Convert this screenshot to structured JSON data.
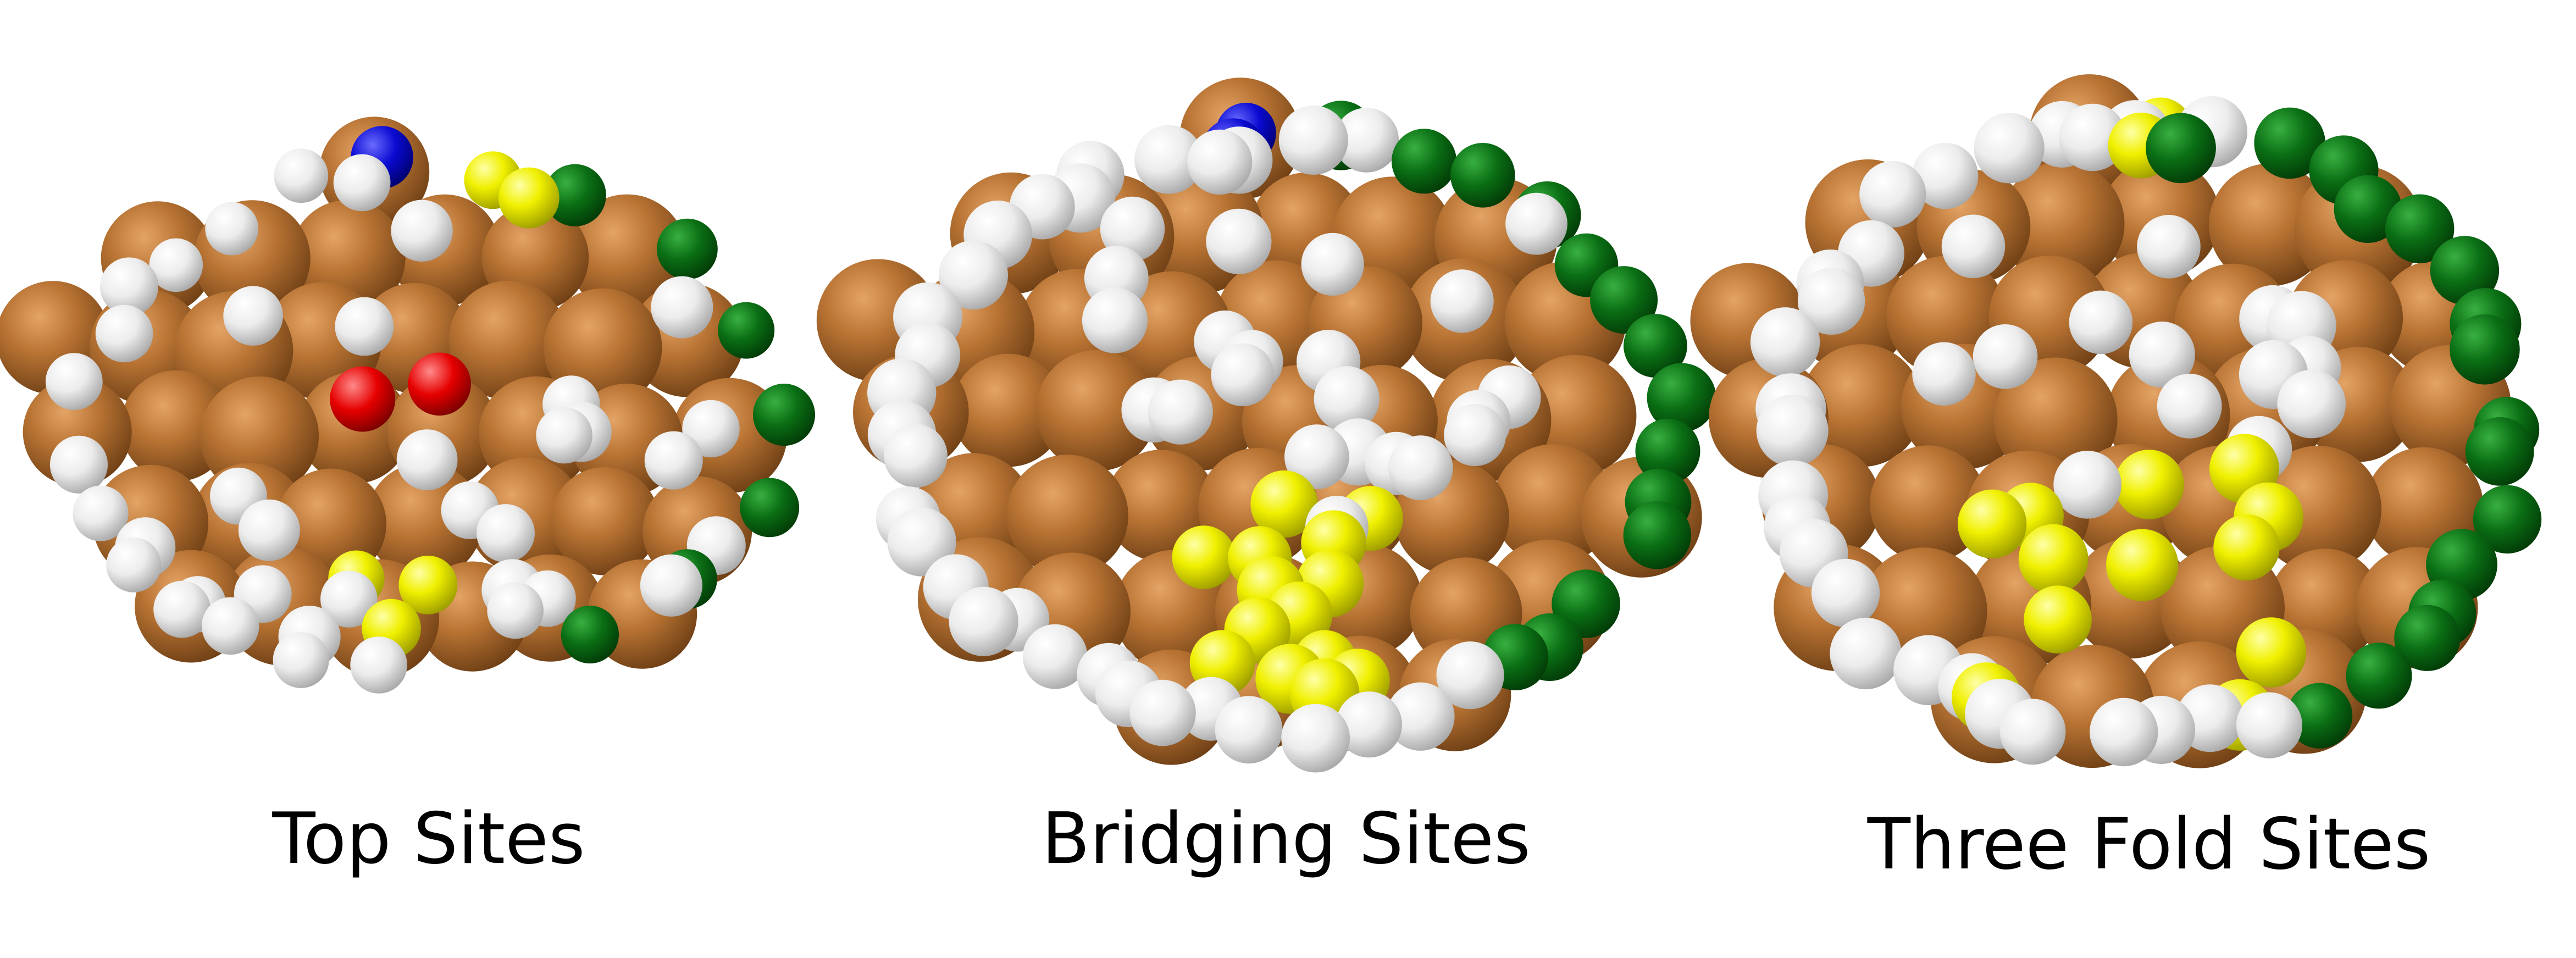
{
  "panels": [
    {
      "label": "Top Sites"
    },
    {
      "label": "Bridging Sites"
    },
    {
      "label": "Three Fold Sites"
    }
  ],
  "colors": {
    "background": "#ffffff",
    "copper": "#b87333",
    "hydrogen": "#f0f0f0",
    "adsorbate_top": "#f2f200",
    "chlorine": "#0a6e14",
    "nitrogen": "#0a0ad2",
    "oxygen": "#e60000"
  }
}
